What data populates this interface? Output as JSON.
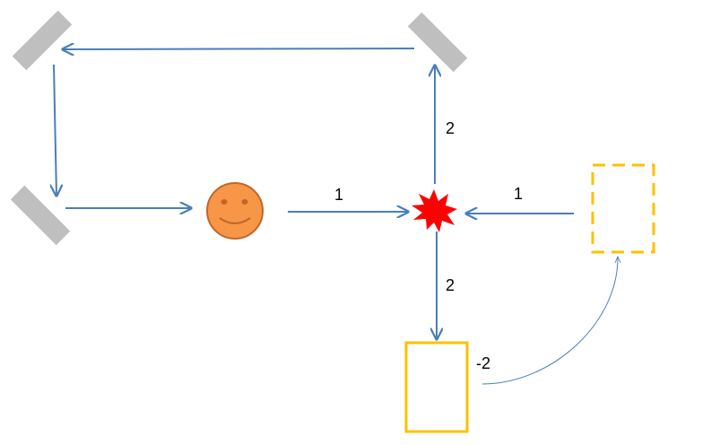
{
  "labels": {
    "left_beam": "1",
    "right_beam": "1",
    "upper_beam": "2",
    "lower_beam": "2",
    "box_label": "-2"
  },
  "colors": {
    "arrow": "#4a7ebb",
    "mirror": "#bfbfbf",
    "face_fill": "#f79646",
    "face_stroke": "#c0662a",
    "burst": "#ff0000",
    "box": "#ffc000"
  },
  "icons": {
    "face": "smiley-face-icon",
    "collision": "explosion-icon"
  }
}
